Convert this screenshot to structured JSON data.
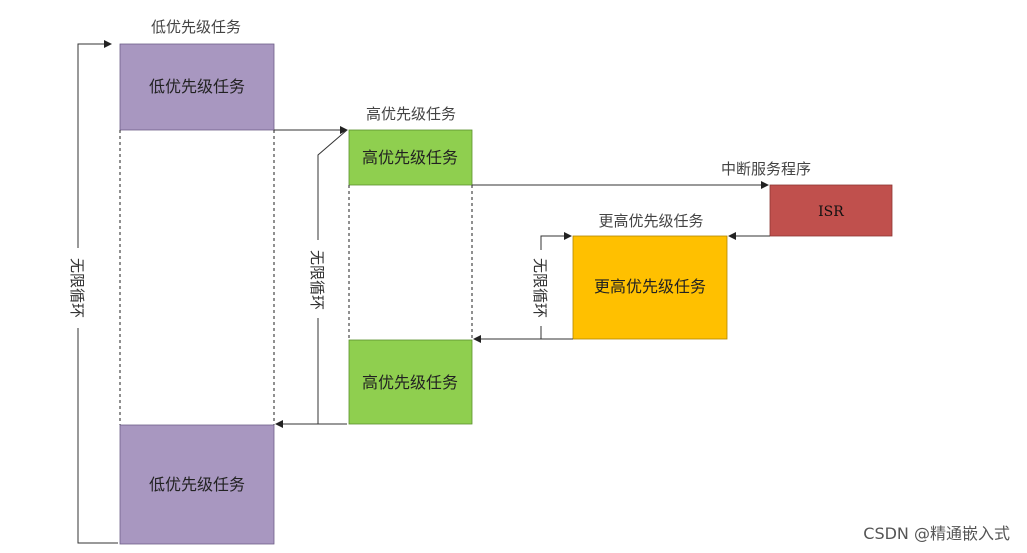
{
  "diagram": {
    "low_task_top_caption": "低优先级任务",
    "low_task_top_box": "低优先级任务",
    "low_task_bottom_box": "低优先级任务",
    "high_task_caption": "高优先级任务",
    "high_task_top_box": "高优先级任务",
    "high_task_bottom_box": "高优先级任务",
    "isr_caption": "中断服务程序",
    "isr_box": "ISR",
    "higher_task_caption": "更高优先级任务",
    "higher_task_box": "更高优先级任务",
    "loop_label_outer": "无限循环",
    "loop_label_middle": "无限循环",
    "loop_label_inner": "无限循环"
  },
  "watermark": "CSDN @精通嵌入式",
  "colors": {
    "low_priority": "#a897c0",
    "high_priority": "#8fcf4f",
    "higher_priority": "#ffc000",
    "isr": "#c0504d"
  }
}
